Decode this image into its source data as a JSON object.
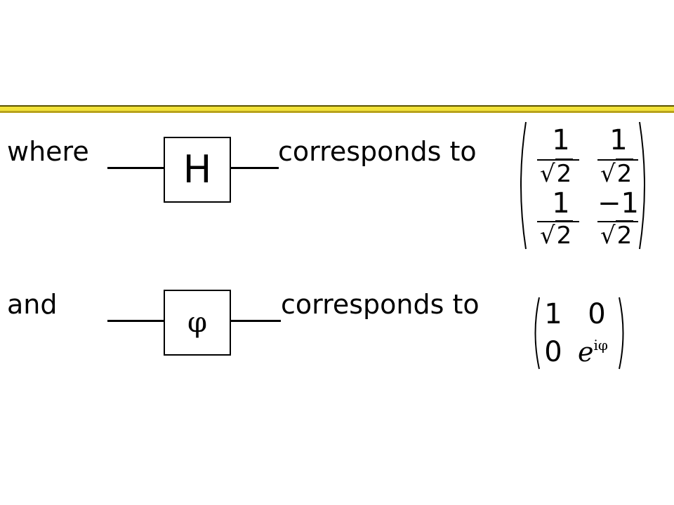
{
  "colors": {
    "rule_dark": "#5a5200",
    "rule_gold": "#f2e23a",
    "rule_light": "#c9b624"
  },
  "row1": {
    "label": "where",
    "gate": "H",
    "corresponds": "corresponds to",
    "matrix": {
      "a_num": "1",
      "a_den": "2",
      "b_num": "1",
      "b_den": "2",
      "c_num": "1",
      "c_den": "2",
      "d_num": "−1",
      "d_den": "2"
    }
  },
  "row2": {
    "label": "and",
    "gate": "φ",
    "corresponds": "corresponds to",
    "matrix": {
      "a": "1",
      "b": "0",
      "c": "0",
      "d_base": "e",
      "d_exp": "iφ"
    }
  }
}
